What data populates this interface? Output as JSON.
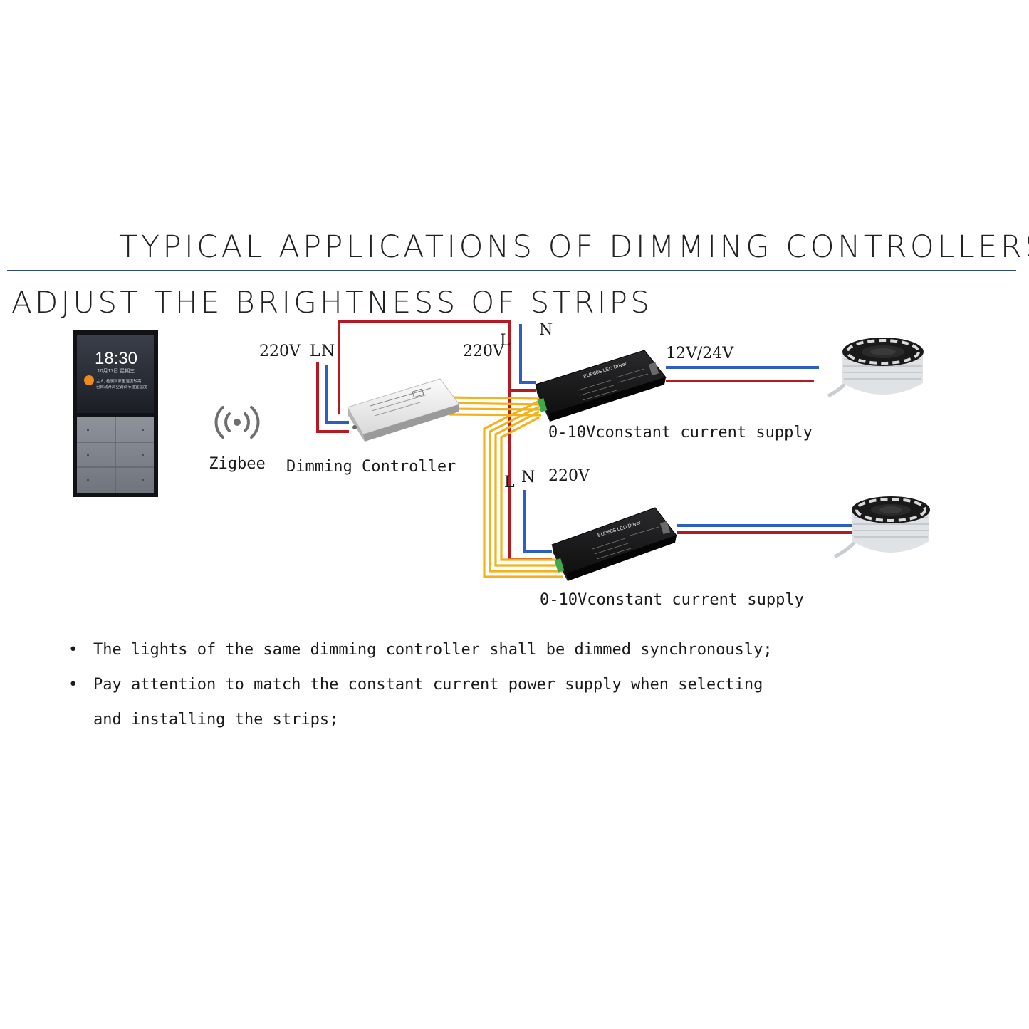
{
  "header": {
    "title": "TYPICAL APPLICATIONS OF DIMMING CONTROLLERS",
    "subtitle": "ADJUST THE BRIGHTNESS OF STRIPS"
  },
  "panel": {
    "time": "18:30",
    "date": "10月17日 星期三",
    "notice_line1": "主人, 检测到家里温度较高",
    "notice_line2": "已自动开启空调调节适宜温度"
  },
  "labels": {
    "zigbee": "Zigbee",
    "controller": "Dimming Controller",
    "ctrl_voltage": "220V",
    "ctrl_l": "L",
    "ctrl_n": "N",
    "mid_voltage": "220V",
    "mid_l": "L",
    "mid_n": "N",
    "out_voltage": "12V/24V",
    "driver1_label": "0-10Vconstant current supply",
    "driver2_l": "L",
    "driver2_n": "N",
    "driver2_voltage": "220V",
    "driver2_label": "0-10Vconstant current supply"
  },
  "devices": {
    "driver1_model": "EUP60S LED Driver",
    "driver2_model": "EUP60S LED Driver"
  },
  "colors": {
    "live_wire": "#b31a22",
    "neutral_wire": "#2d5fc2",
    "signal_wire": "#f3b11c",
    "rule": "#2e4a86"
  },
  "notes": [
    {
      "lines": [
        "The lights of the same dimming controller shall be dimmed synchronously;"
      ]
    },
    {
      "lines": [
        "Pay attention to match the constant current power supply when selecting",
        "and installing the strips;"
      ]
    }
  ]
}
